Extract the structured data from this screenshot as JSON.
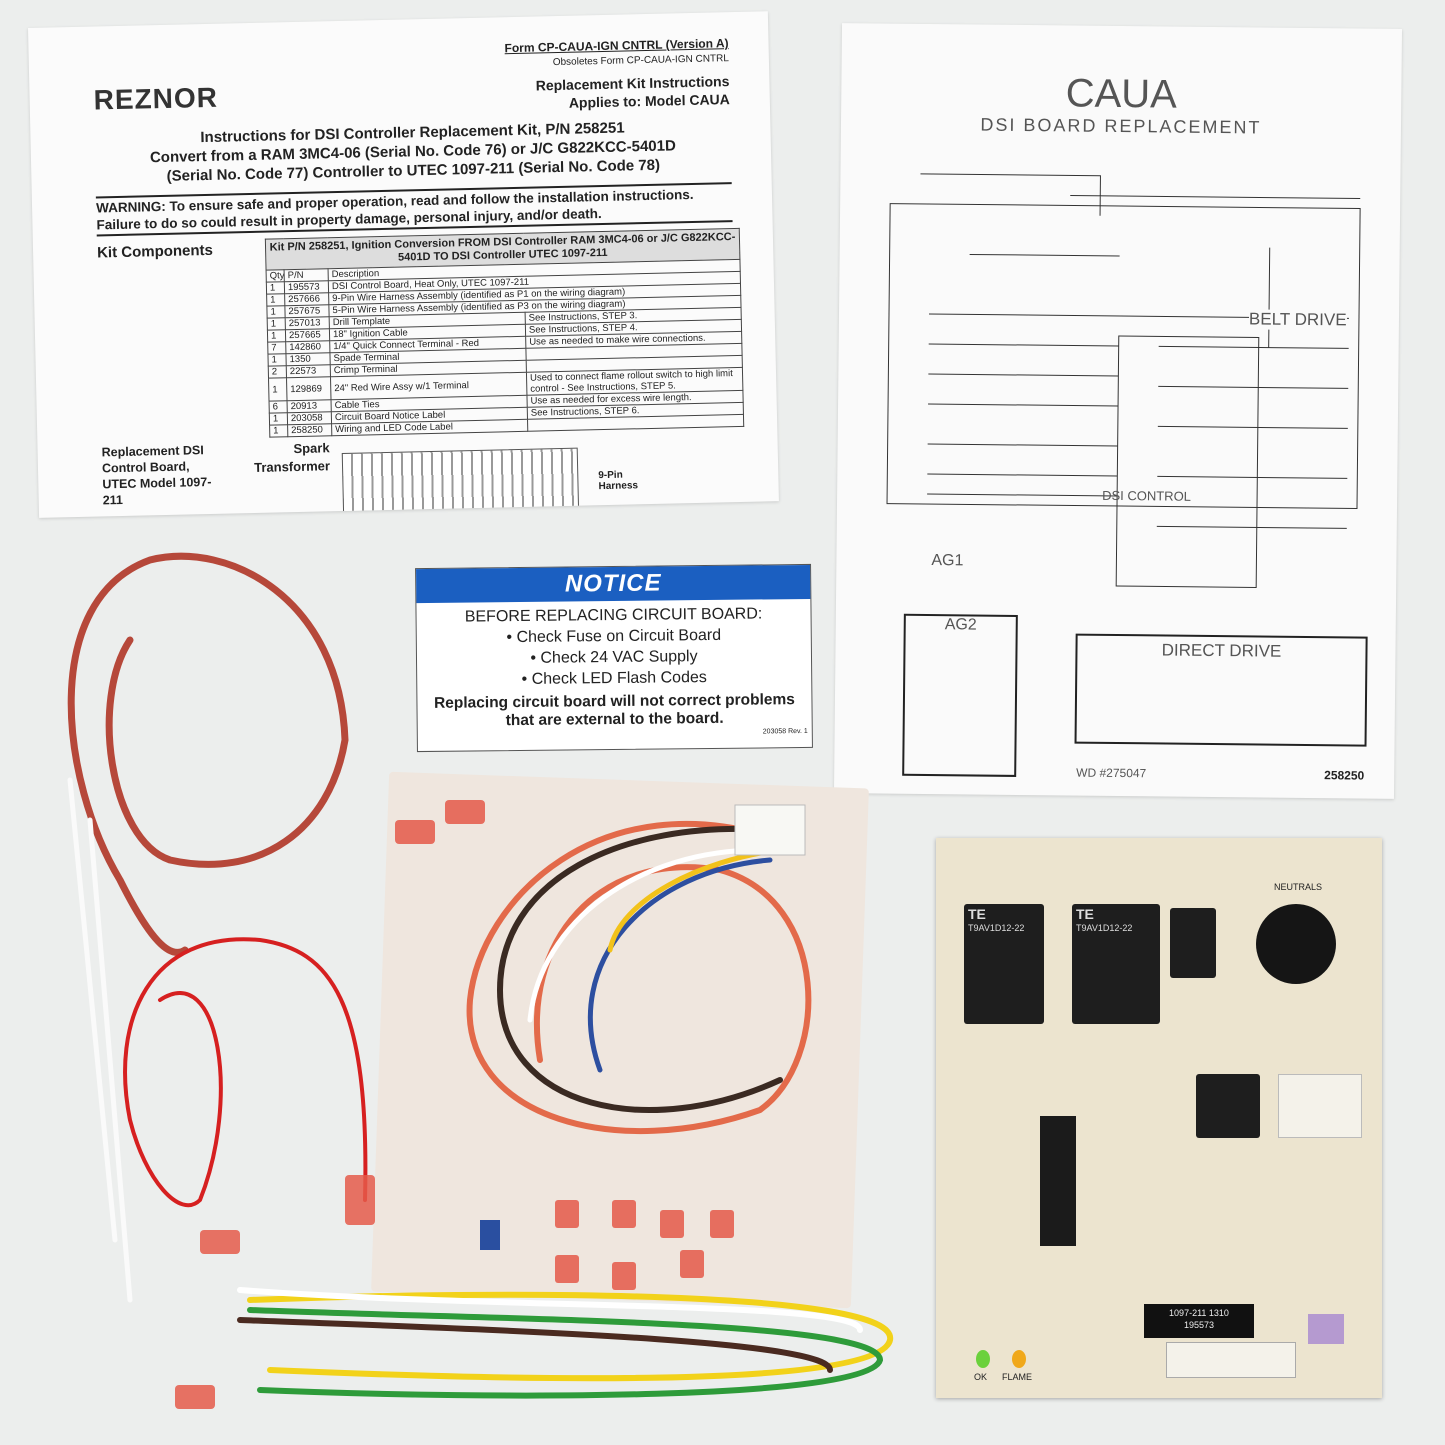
{
  "instruction_sheet": {
    "brand": "REZNOR",
    "form": "Form CP-CAUA-IGN CNTRL (Version A)",
    "obsoletes": "Obsoletes Form CP-CAUA-IGN CNTRL",
    "replacement": "Replacement Kit Instructions",
    "applies": "Applies to: Model CAUA",
    "title_1": "Instructions for DSI Controller Replacement Kit, P/N 258251",
    "title_2": "Convert from a RAM 3MC4-06 (Serial No. Code 76) or J/C G822KCC-5401D",
    "title_3": "(Serial No. Code 77) Controller to UTEC 1097-211 (Serial No. Code 78)",
    "warning": "WARNING: To ensure safe and proper operation, read and follow the installation instructions. Failure to do so could result in property damage, personal injury, and/or death.",
    "kit_components": "Kit Components",
    "table_title": "Kit P/N 258251, Ignition Conversion FROM DSI Controller RAM 3MC4-06 or J/C G822KCC-5401D TO DSI Controller UTEC 1097-211",
    "columns": [
      "Qty",
      "P/N",
      "Description"
    ],
    "rows": [
      [
        "1",
        "195573",
        "DSI Control Board, Heat Only, UTEC 1097-211",
        ""
      ],
      [
        "1",
        "257666",
        "9-Pin Wire Harness Assembly (identified as P1 on the wiring diagram)",
        ""
      ],
      [
        "1",
        "257675",
        "5-Pin Wire Harness Assembly (identified as P3 on the wiring diagram)",
        ""
      ],
      [
        "1",
        "257013",
        "Drill Template",
        "See Instructions, STEP 3."
      ],
      [
        "1",
        "257665",
        "18\" Ignition Cable",
        "See Instructions, STEP 4."
      ],
      [
        "7",
        "142860",
        "1/4\" Quick Connect Terminal - Red",
        "Use as needed to make wire connections."
      ],
      [
        "1",
        "1350",
        "Spade Terminal",
        ""
      ],
      [
        "2",
        "22573",
        "Crimp Terminal",
        ""
      ],
      [
        "1",
        "129869",
        "24\" Red Wire Assy w/1 Terminal",
        "Used to connect flame rollout switch to high limit control - See Instructions, STEP 5."
      ],
      [
        "6",
        "20913",
        "Cable Ties",
        "Use as needed for excess wire length."
      ],
      [
        "1",
        "203058",
        "Circuit Board Notice Label",
        "See Instructions, STEP 6."
      ],
      [
        "1",
        "258250",
        "Wiring and LED Code Label",
        ""
      ]
    ],
    "replacement_label": "Replacement DSI Control Board, UTEC Model 1097-211",
    "spark_label": "Spark Transformer",
    "harness_label": "9-Pin Harness"
  },
  "diagram": {
    "title": "CAUA",
    "subtitle": "DSI BOARD REPLACEMENT",
    "belt": "BELT DRIVE",
    "dsi": "DSI CONTROL",
    "ag1": "AG1",
    "ag2": "AG2",
    "direct": "DIRECT DRIVE",
    "wd": "WD #275047",
    "part": "258250"
  },
  "notice": {
    "header": "NOTICE",
    "line0": "BEFORE REPLACING CIRCUIT BOARD:",
    "items": [
      "• Check Fuse on Circuit Board",
      "• Check 24 VAC Supply",
      "• Check LED Flash Codes"
    ],
    "bold": "Replacing circuit board will not correct problems that are external to the board.",
    "code": "203058 Rev. 1"
  },
  "board": {
    "label": "1097-211 1310",
    "serial": "195573",
    "relay": "TE",
    "relay_model": "T9AV1D12-22",
    "leds": [
      "OK",
      "FLAME"
    ],
    "neutrals": "NEUTRALS"
  },
  "colors": {
    "notice_blue": "#1b5fc1",
    "red_wire": "#d62020",
    "ignition_cable": "#b6483a"
  }
}
